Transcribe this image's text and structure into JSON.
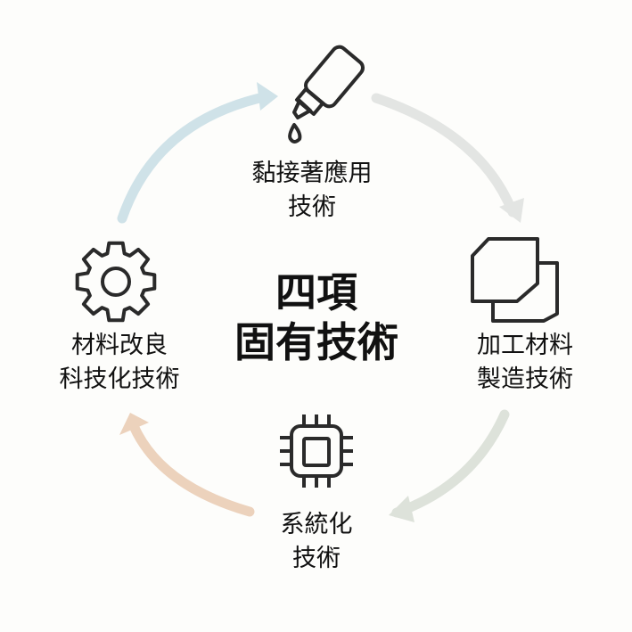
{
  "center_title": {
    "line1": "四項",
    "line2": "固有技術"
  },
  "nodes": [
    {
      "id": "adhesive",
      "icon": "glue-bottle-icon",
      "line1": "黏接著應用",
      "line2": "技術"
    },
    {
      "id": "material-manufacturing",
      "icon": "stacked-sheets-icon",
      "line1": "加工材料",
      "line2": "製造技術"
    },
    {
      "id": "systemization",
      "icon": "chip-icon",
      "line1": "系統化",
      "line2": "技術"
    },
    {
      "id": "material-improvement",
      "icon": "gear-icon",
      "line1": "材料改良",
      "line2": "科技化技術"
    }
  ],
  "colors": {
    "arrow_blue": "#cfe2e8",
    "arrow_gray": "#e3e5e3",
    "arrow_sage": "#dde2da",
    "arrow_peach": "#ecd2bc",
    "icon_stroke": "#2a2a2a"
  }
}
